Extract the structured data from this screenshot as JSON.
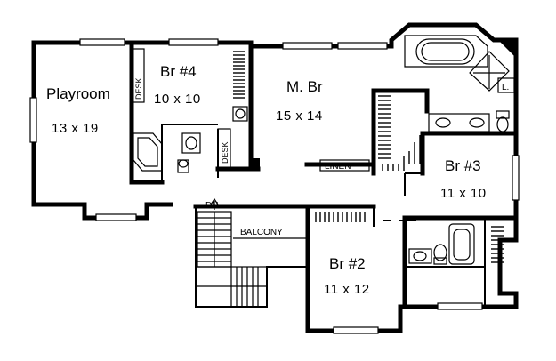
{
  "rooms": {
    "playroom": {
      "name": "Playroom",
      "size": "13 x 19"
    },
    "br4": {
      "name": "Br #4",
      "size": "10 x 10"
    },
    "mbr": {
      "name": "M. Br",
      "size": "15 x 14"
    },
    "br3": {
      "name": "Br #3",
      "size": "11 x 10"
    },
    "br2": {
      "name": "Br #2",
      "size": "11 x 12"
    }
  },
  "labels": {
    "desk_left": "DESK",
    "desk_right": "DESK",
    "linen": "LINEN",
    "down": "DN.",
    "balcony": "BALCONY",
    "laundry": "L."
  }
}
